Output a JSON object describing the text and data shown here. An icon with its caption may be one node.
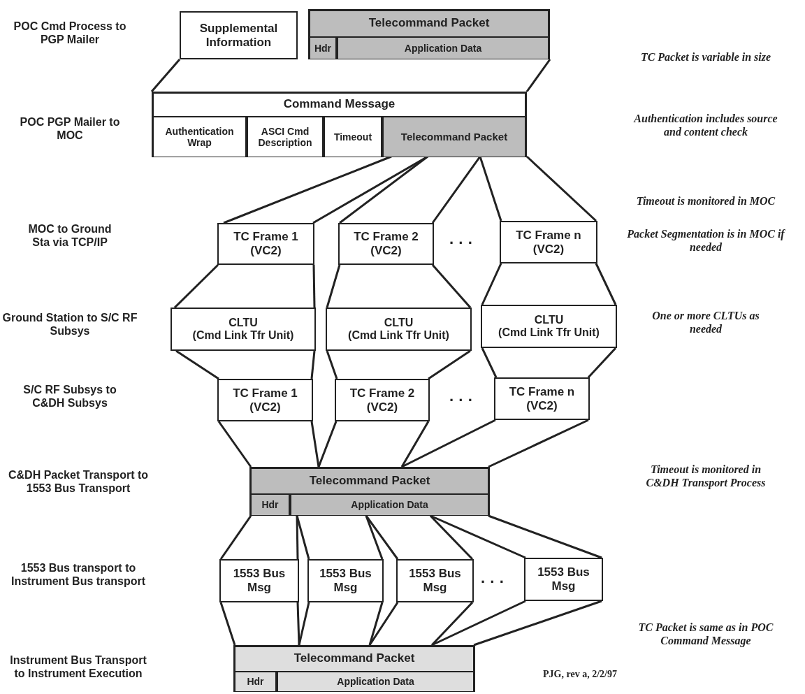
{
  "diagram": {
    "nodes": [
      {
        "text": [
          "Supplemental Information"
        ]
      },
      {
        "text": [
          "Telecommand Packet"
        ]
      },
      {
        "text": [
          "Hdr"
        ],
        "in": 1
      },
      {
        "text": [
          "Application Data"
        ],
        "in": 1
      },
      {
        "text": [
          "Command Message"
        ]
      },
      {
        "text": [
          "Authentication Wrap"
        ],
        "in": 4
      },
      {
        "text": [
          "ASCI Cmd Description"
        ],
        "in": 4
      },
      {
        "text": [
          "Timeout"
        ],
        "in": 4
      },
      {
        "text": [
          "Telecommand Packet"
        ],
        "in": 4
      },
      {
        "text": [
          "TC Frame 1",
          "(VC2)"
        ]
      },
      {
        "text": [
          "TC Frame 2",
          "(VC2)"
        ]
      },
      {
        "text": [
          "TC Frame n",
          "(VC2)"
        ]
      },
      {
        "text": [
          "CLTU",
          "(Cmd Link Tfr Unit)"
        ]
      },
      {
        "text": [
          "CLTU",
          "(Cmd Link Tfr Unit)"
        ]
      },
      {
        "text": [
          "CLTU",
          "(Cmd Link Tfr Unit)"
        ]
      },
      {
        "text": [
          "TC Frame 1",
          "(VC2)"
        ]
      },
      {
        "text": [
          "TC Frame 2",
          "(VC2)"
        ]
      },
      {
        "text": [
          "TC Frame n",
          "(VC2)"
        ]
      },
      {
        "text": [
          "Telecommand Packet"
        ]
      },
      {
        "text": [
          "Hdr"
        ],
        "in": 18
      },
      {
        "text": [
          "Application Data"
        ],
        "in": 18
      },
      {
        "text": [
          "1553 Bus Msg"
        ]
      },
      {
        "text": [
          "1553 Bus Msg"
        ]
      },
      {
        "text": [
          "1553 Bus Msg"
        ]
      },
      {
        "text": [
          "1553 Bus Msg"
        ]
      },
      {
        "text": [
          "Telecommand Packet"
        ]
      },
      {
        "text": [
          "Hdr"
        ],
        "in": 25
      },
      {
        "text": [
          "Application Data"
        ],
        "in": 25
      }
    ],
    "edges": [
      {
        "from": 0,
        "to": 4,
        "arrow": "none"
      },
      {
        "from": 1,
        "to": 4,
        "arrow": "none"
      },
      {
        "from": 8,
        "to": 9,
        "arrow": "none"
      },
      {
        "from": 8,
        "to": 9,
        "arrow": "none"
      },
      {
        "from": 8,
        "to": 10,
        "arrow": "none"
      },
      {
        "from": 8,
        "to": 10,
        "arrow": "none"
      },
      {
        "from": 8,
        "to": 11,
        "arrow": "none"
      },
      {
        "from": 8,
        "to": 11,
        "arrow": "none"
      },
      {
        "from": 9,
        "to": 12,
        "arrow": "none"
      },
      {
        "from": 9,
        "to": 12,
        "arrow": "none"
      },
      {
        "from": 10,
        "to": 13,
        "arrow": "none"
      },
      {
        "from": 10,
        "to": 13,
        "arrow": "none"
      },
      {
        "from": 11,
        "to": 14,
        "arrow": "none"
      },
      {
        "from": 11,
        "to": 14,
        "arrow": "none"
      },
      {
        "from": 12,
        "to": 15,
        "arrow": "none"
      },
      {
        "from": 12,
        "to": 15,
        "arrow": "none"
      },
      {
        "from": 13,
        "to": 16,
        "arrow": "none"
      },
      {
        "from": 13,
        "to": 16,
        "arrow": "none"
      },
      {
        "from": 14,
        "to": 17,
        "arrow": "none"
      },
      {
        "from": 14,
        "to": 17,
        "arrow": "none"
      },
      {
        "from": 15,
        "to": 18,
        "arrow": "none"
      },
      {
        "from": 15,
        "to": 18,
        "arrow": "none"
      },
      {
        "from": 16,
        "to": 18,
        "arrow": "none"
      },
      {
        "from": 16,
        "to": 18,
        "arrow": "none"
      },
      {
        "from": 17,
        "to": 18,
        "arrow": "none"
      },
      {
        "from": 17,
        "to": 18,
        "arrow": "none"
      },
      {
        "from": 18,
        "to": 21,
        "arrow": "none"
      },
      {
        "from": 18,
        "to": 21,
        "arrow": "none"
      },
      {
        "from": 18,
        "to": 22,
        "arrow": "none"
      },
      {
        "from": 18,
        "to": 22,
        "arrow": "none"
      },
      {
        "from": 18,
        "to": 23,
        "arrow": "none"
      },
      {
        "from": 18,
        "to": 23,
        "arrow": "none"
      },
      {
        "from": 18,
        "to": 24,
        "arrow": "none"
      },
      {
        "from": 18,
        "to": 24,
        "arrow": "none"
      },
      {
        "from": 21,
        "to": 25,
        "arrow": "none"
      },
      {
        "from": 21,
        "to": 25,
        "arrow": "none"
      },
      {
        "from": 22,
        "to": 25,
        "arrow": "none"
      },
      {
        "from": 22,
        "to": 25,
        "arrow": "none"
      },
      {
        "from": 23,
        "to": 25,
        "arrow": "none"
      },
      {
        "from": 23,
        "to": 25,
        "arrow": "none"
      },
      {
        "from": 24,
        "to": 25,
        "arrow": "none"
      },
      {
        "from": 24,
        "to": 25,
        "arrow": "none"
      }
    ],
    "labels": [
      "POC Cmd Process to PGP Mailer",
      "TC Packet is variable in size",
      "POC PGP Mailer to MOC",
      "Authentication includes source and content check",
      "Timeout is monitored in MOC",
      "MOC to Ground Sta via TCP/IP",
      "Packet Segmentation is in MOC if needed",
      "· · ·",
      "Ground Station to S/C RF Subsys",
      "One or more CLTUs as needed",
      "S/C RF Subsys to C&DH Subsys",
      "· · ·",
      "C&DH Packet Transport to 1553 Bus Transport",
      "Timeout is monitored in C&DH Transport Process",
      "1553 Bus transport to Instrument Bus transport",
      "· · ·",
      "TC Packet is same as in POC Command Message",
      "Instrument Bus Transport to Instrument Execution",
      "PJG, rev a, 2/2/97"
    ]
  }
}
